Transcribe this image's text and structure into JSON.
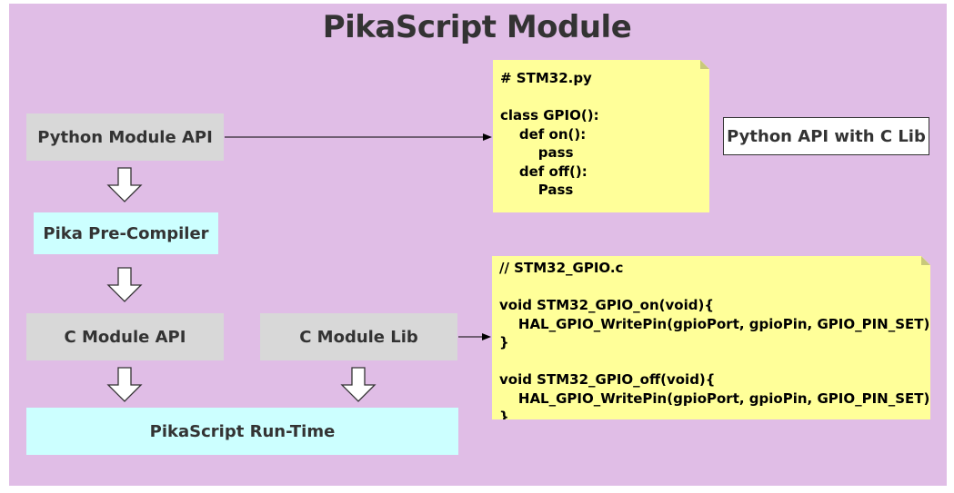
{
  "title": "PikaScript Module",
  "boxes": {
    "python_module_api": "Python Module API",
    "pika_pre_compiler": "Pika Pre-Compiler",
    "c_module_api": "C Module API",
    "c_module_lib": "C Module Lib",
    "runtime": "PikaScript Run-Time",
    "python_api_with_c_lib": "Python API with C Lib"
  },
  "notes": {
    "python_code": "# STM32.py\n\nclass GPIO():\n    def on():\n        pass\n    def off():\n        Pass",
    "c_code": "// STM32_GPIO.c\n\nvoid STM32_GPIO_on(void){\n    HAL_GPIO_WritePin(gpioPort, gpioPin, GPIO_PIN_SET);\n}\n\nvoid STM32_GPIO_off(void){\n    HAL_GPIO_WritePin(gpioPort, gpioPin, GPIO_PIN_SET);\n}"
  },
  "colors": {
    "background": "#e0bde6",
    "gray_box": "#d8d8d8",
    "cyan_box": "#ccffff",
    "note": "#ffff99"
  }
}
